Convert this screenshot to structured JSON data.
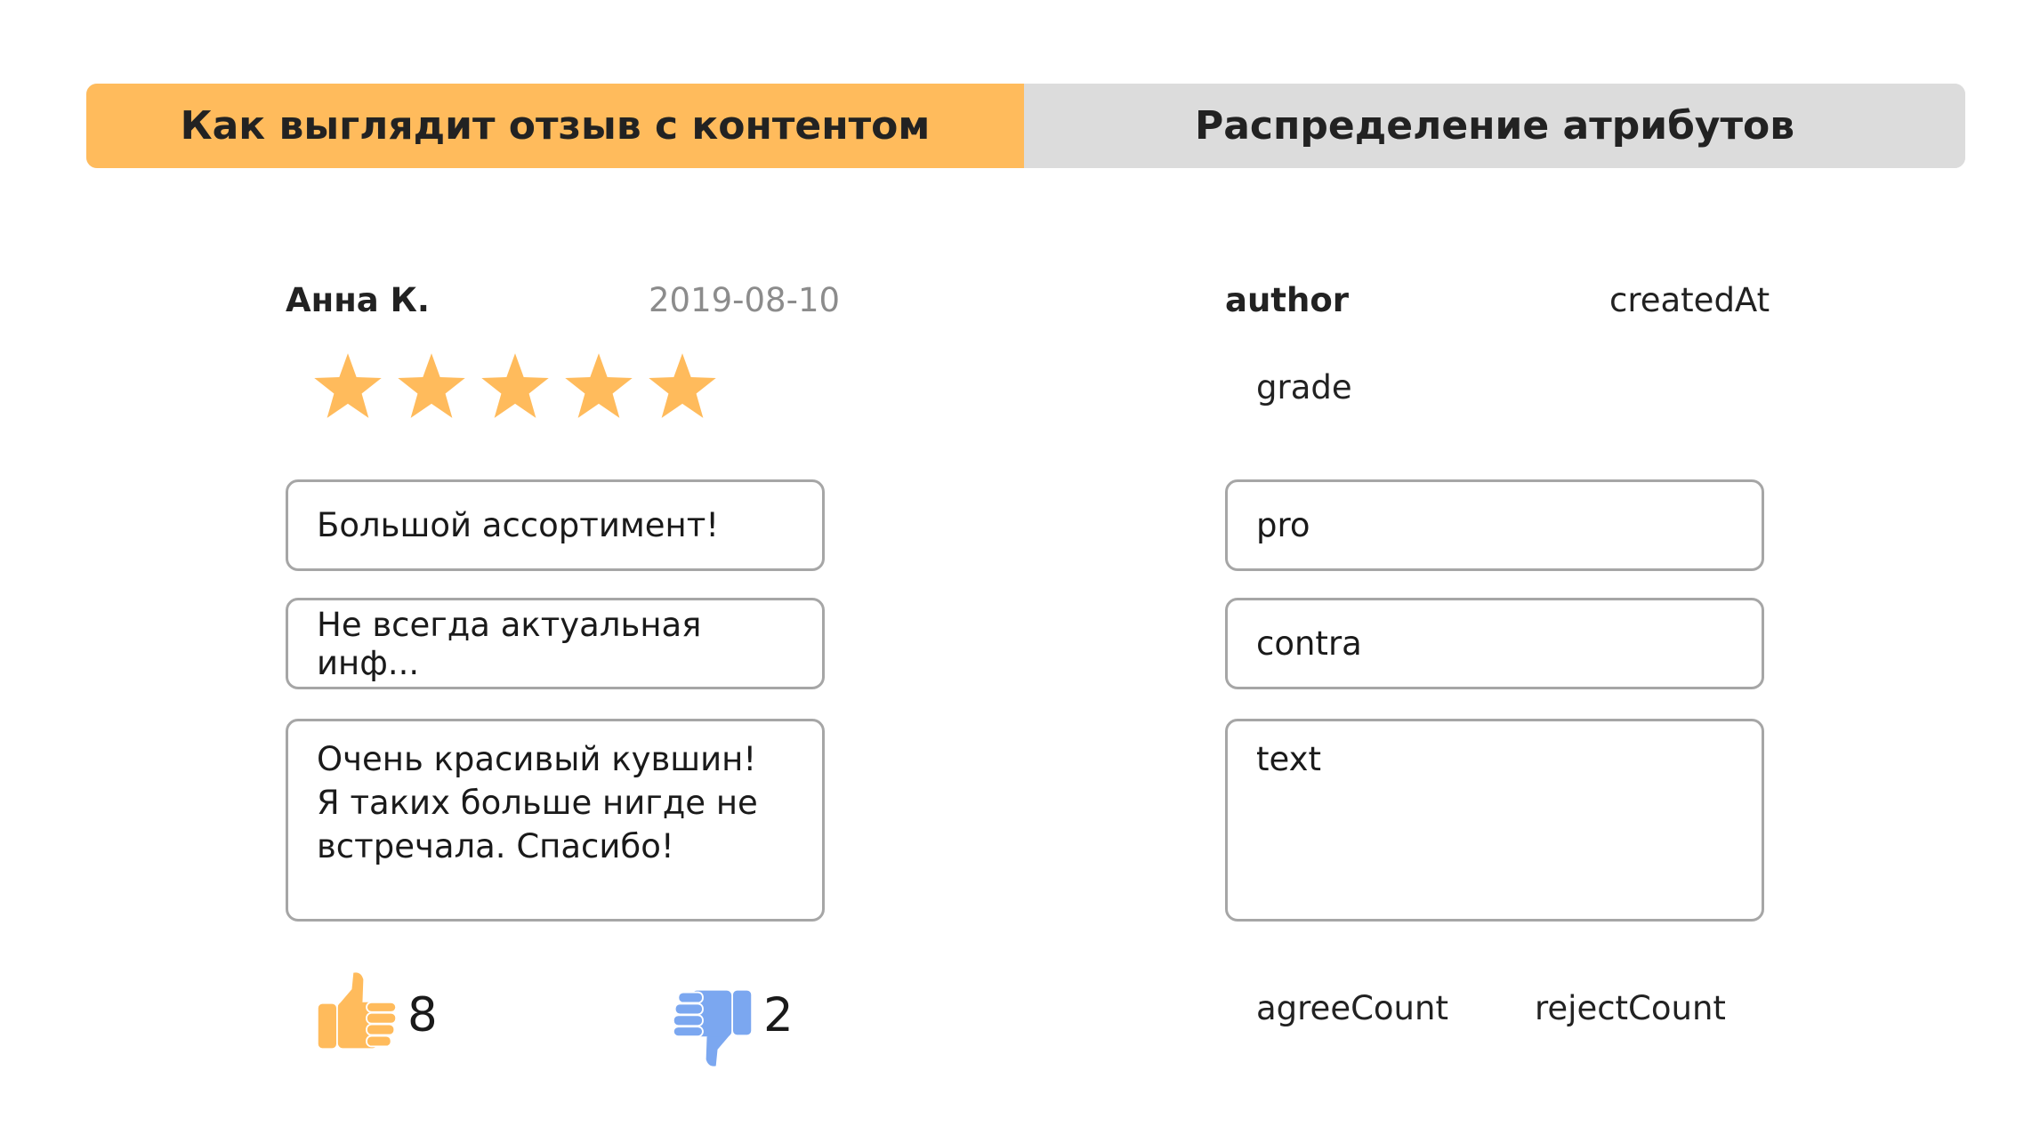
{
  "tabs": {
    "left": "Как выглядит отзыв с контентом",
    "right": "Распределение атрибутов"
  },
  "colors": {
    "accent": "#ffbb5c",
    "tab_inactive": "#dcdcdc",
    "thumb_up": "#ffbb5c",
    "thumb_down": "#7ba7f0"
  },
  "review": {
    "author": "Анна К.",
    "date": "2019-08-10",
    "rating": 5,
    "pro": "Большой ассортимент!",
    "contra": "Не всегда актуальная инф...",
    "text": "Очень красивый кувшин!\nЯ таких больше нигде не\nвстречала. Спасибо!",
    "agree_count": "8",
    "reject_count": "2",
    "icons": {
      "agree": "thumbs-up-icon",
      "reject": "thumbs-down-icon",
      "star": "star-icon"
    }
  },
  "attributes": {
    "author": "author",
    "createdAt": "createdAt",
    "grade": "grade",
    "pro": "pro",
    "contra": "contra",
    "text": "text",
    "agreeCount": "agreeCount",
    "rejectCount": "rejectCount"
  }
}
